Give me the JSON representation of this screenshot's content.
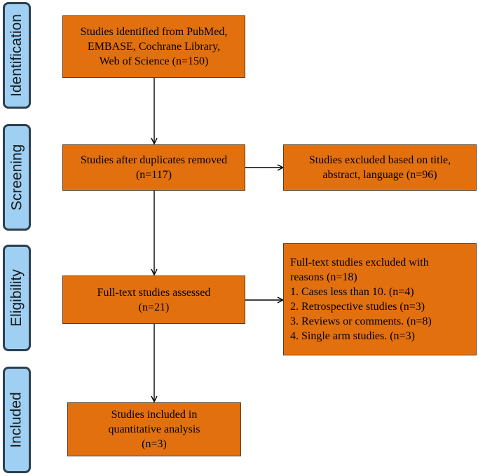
{
  "stages": {
    "identification": "Identification",
    "screening": "Screening",
    "eligibility": "Eligibility",
    "included": "Included"
  },
  "boxes": {
    "identified": [
      "Studies identified from PubMed,",
      "EMBASE, Cochrane Library,",
      "Web of Science (n=150)"
    ],
    "after_duplicates": [
      "Studies after duplicates removed",
      "(n=117)"
    ],
    "excluded_title": [
      "Studies excluded based on title,",
      "abstract, language (n=96)"
    ],
    "fulltext_assessed": [
      "Full-text studies assessed",
      "(n=21)"
    ],
    "fulltext_excluded": [
      "Full-text studies excluded with",
      "reasons (n=18)",
      "1. Cases less than 10. (n=4)",
      "2. Retrospective studies (n=3)",
      "3. Reviews or comments. (n=8)",
      "4. Single arm studies. (n=3)"
    ],
    "included": [
      "Studies included in",
      "quantitative analysis",
      "(n=3)"
    ]
  },
  "colors": {
    "box_fill": "#e2700f",
    "stage_fill": "#9fd0f3",
    "stage_border": "#2d3e4e"
  }
}
